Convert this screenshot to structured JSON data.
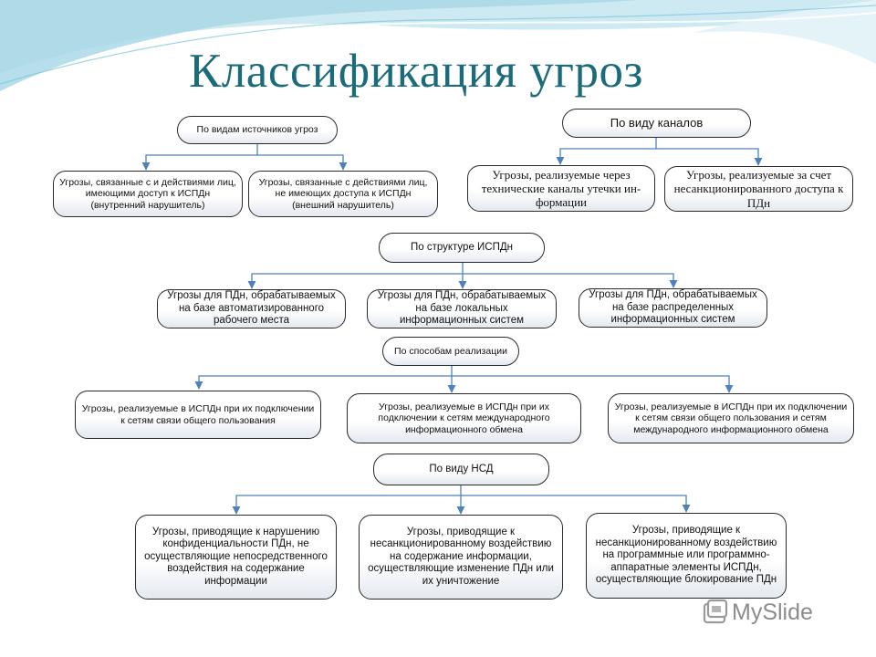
{
  "title": "Классификация угроз",
  "groups": [
    {
      "header": "По видам источников угроз",
      "items": [
        "Угрозы, связанные с и действиями лиц, имеющими доступ к ИСПДн (внутренний нарушитель)",
        "Угрозы, связанные с действиями лиц, не имеющих доступа к ИСПДн (внешний нарушитель)"
      ]
    },
    {
      "header": "По виду каналов",
      "items": [
        "Угрозы, реализуемые через технические каналы утечки ин-формации",
        "Угрозы, реализуемые за счет несанкционированного доступа к ПДн"
      ]
    },
    {
      "header": "По структуре ИСПДн",
      "items": [
        "Угрозы для ПДн, обрабатываемых на базе автоматизированного рабочего места",
        "Угрозы для ПДн, обрабатываемых на базе локальных информационных систем",
        "Угрозы для ПДн, обрабатываемых на базе распределенных информационных систем"
      ]
    },
    {
      "header": "По способам реализации",
      "items": [
        "Угрозы, реализуемые в ИСПДн при их подключении к сетям связи общего пользования",
        "Угрозы, реализуемые в ИСПДн при их подключении к сетям международного информационного обмена",
        "Угрозы, реализуемые в ИСПДн при их подключении к сетям связи общего пользования и сетям международного информационного обмена"
      ]
    },
    {
      "header": "По виду НСД",
      "items": [
        "Угрозы, приводящие к нарушению конфиденциальности ПДн, не осуществляющие непосредственного воздействия на содержание информации",
        "Угрозы, приводящие к несанкционированному воздействию на содержание информации, осуществляющие изменение ПДн или их уничтожение",
        "Угрозы, приводящие к несанкционированному воздействию на программные или программно-аппаратные элементы ИСПДн, осуществляющие блокирование ПДн"
      ]
    }
  ],
  "watermark": "MySlide",
  "colors": {
    "title": "#1b6b7a",
    "connector": "#4f81bd",
    "wave": "#9fd3e3",
    "watermark": "#8c8c8c"
  }
}
